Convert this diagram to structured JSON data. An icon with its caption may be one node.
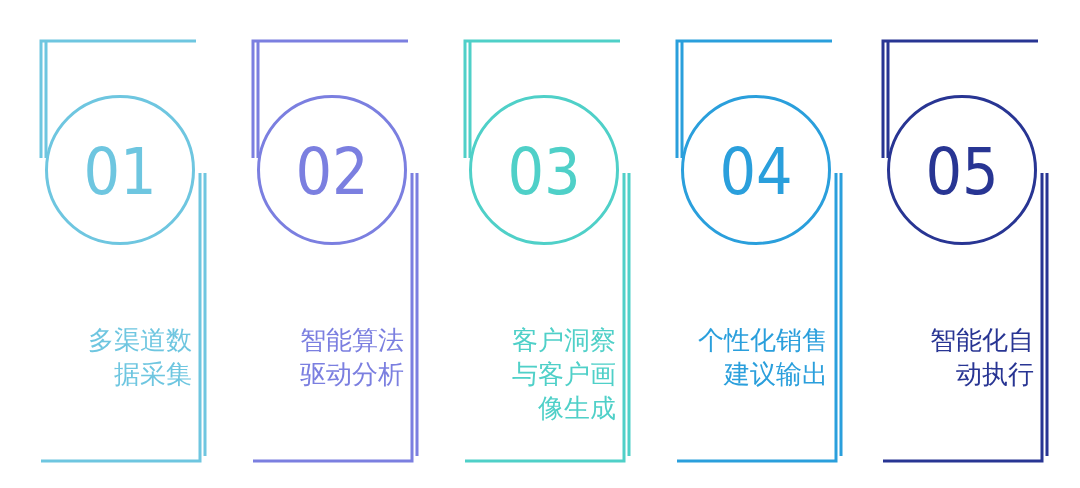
{
  "diagram": {
    "nodes": [
      {
        "text": [
          "多渠道数据采集"
        ]
      },
      {
        "text": [
          "01"
        ],
        "in": 0
      },
      {
        "text": [
          "智能算法驱动分析"
        ]
      },
      {
        "text": [
          "02"
        ],
        "in": 2
      },
      {
        "text": [
          "客户洞察与客户画像生成"
        ]
      },
      {
        "text": [
          "03"
        ],
        "in": 4
      },
      {
        "text": [
          "个性化销售建议输出"
        ]
      },
      {
        "text": [
          "04"
        ],
        "in": 6
      },
      {
        "text": [
          "智能化自动执行"
        ]
      },
      {
        "text": [
          "05"
        ],
        "in": 8
      }
    ],
    "edges": []
  }
}
